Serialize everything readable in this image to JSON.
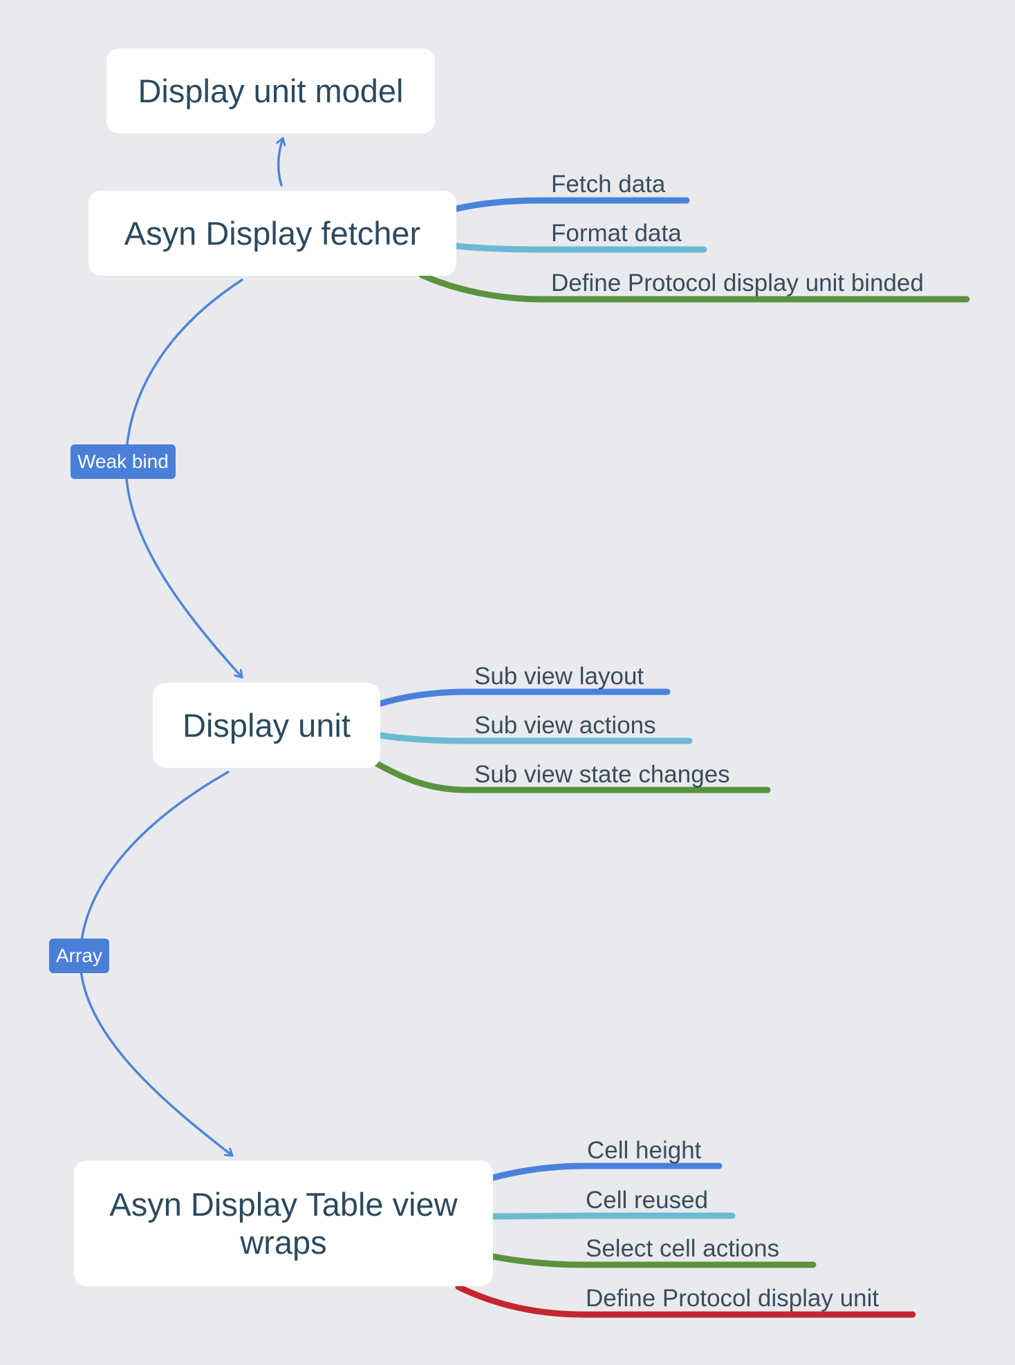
{
  "colors": {
    "background": "#e9eaee",
    "node_fill": "#ffffff",
    "node_text": "#2c4a5e",
    "branch_text": "#3a4c5c",
    "connector": "#4e86d9",
    "badge_fill": "#4a7fd8",
    "branch_blue": "#4a82db",
    "branch_cyan": "#6bbad4",
    "branch_green": "#5a923e",
    "branch_red": "#c4262e"
  },
  "nodes": {
    "model": {
      "label": "Display unit model"
    },
    "fetcher": {
      "label": "Asyn Display fetcher"
    },
    "unit": {
      "label": "Display unit"
    },
    "table": {
      "label": "Asyn Display Table view wraps"
    }
  },
  "connectors": {
    "weak_bind": {
      "label": "Weak bind"
    },
    "array": {
      "label": "Array"
    }
  },
  "branches": {
    "fetcher": [
      {
        "label": "Fetch data",
        "color": "#4a82db"
      },
      {
        "label": "Format data",
        "color": "#6bbad4"
      },
      {
        "label": "Define Protocol display unit binded",
        "color": "#5a923e"
      }
    ],
    "unit": [
      {
        "label": "Sub view layout",
        "color": "#4a82db"
      },
      {
        "label": "Sub view actions",
        "color": "#6bbad4"
      },
      {
        "label": "Sub view state changes",
        "color": "#5a923e"
      }
    ],
    "table": [
      {
        "label": "Cell height",
        "color": "#4a82db"
      },
      {
        "label": "Cell reused",
        "color": "#6bbad4"
      },
      {
        "label": "Select cell actions",
        "color": "#5a923e"
      },
      {
        "label": "Define Protocol display unit",
        "color": "#c4262e"
      }
    ]
  }
}
